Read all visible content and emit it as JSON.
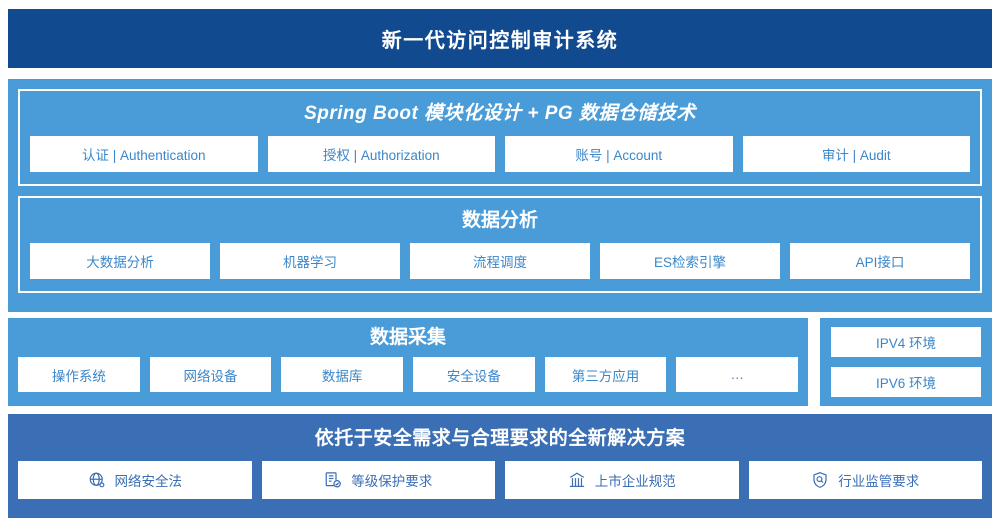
{
  "header": {
    "title": "新一代访问控制审计系统"
  },
  "platform": {
    "spring": {
      "title": "Spring Boot 模块化设计 + PG 数据仓储技术",
      "cards": [
        {
          "label": "认证 | Authentication"
        },
        {
          "label": "授权 | Authorization"
        },
        {
          "label": "账号 | Account"
        },
        {
          "label": "审计 | Audit"
        }
      ]
    },
    "analysis": {
      "title": "数据分析",
      "cards": [
        {
          "label": "大数据分析"
        },
        {
          "label": "机器学习"
        },
        {
          "label": "流程调度"
        },
        {
          "label": "ES检索引擎"
        },
        {
          "label": "API接口"
        }
      ]
    }
  },
  "collection": {
    "title": "数据采集",
    "cards": [
      {
        "label": "操作系统"
      },
      {
        "label": "网络设备"
      },
      {
        "label": "数据库"
      },
      {
        "label": "安全设备"
      },
      {
        "label": "第三方应用"
      },
      {
        "label": "…"
      }
    ]
  },
  "environments": {
    "items": [
      {
        "label": "IPV4 环境"
      },
      {
        "label": "IPV6 环境"
      }
    ]
  },
  "compliance": {
    "title": "依托于安全需求与合理要求的全新解决方案",
    "cards": [
      {
        "label": "网络安全法",
        "icon": "globe-icon"
      },
      {
        "label": "等级保护要求",
        "icon": "document-check-icon"
      },
      {
        "label": "上市企业规范",
        "icon": "bank-icon"
      },
      {
        "label": "行业监管要求",
        "icon": "shield-search-icon"
      }
    ]
  },
  "colors": {
    "header_navy": "#124a8f",
    "panel_blue": "#4a9cd8",
    "compliance_blue": "#3a6eb5",
    "card_text": "#3b87c9",
    "card_bg": "#ffffff"
  }
}
